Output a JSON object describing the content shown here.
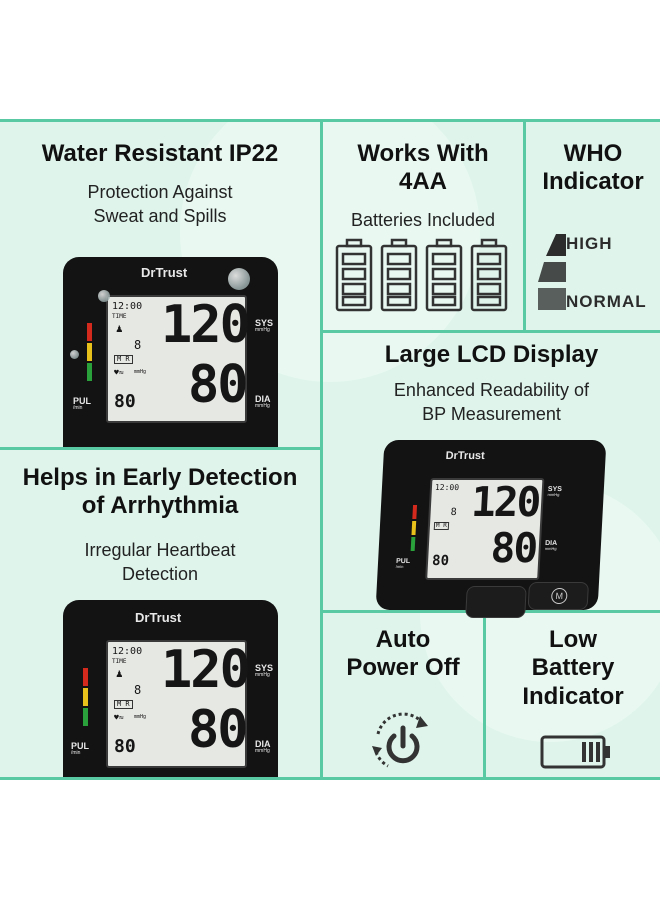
{
  "features": {
    "water": {
      "title": "Water Resistant IP22",
      "subtitle_line1": "Protection Against",
      "subtitle_line2": "Sweat and Spills"
    },
    "batteries": {
      "title_line1": "Works With",
      "title_line2": "4AA",
      "subtitle": "Batteries Included",
      "icon": "battery-icon"
    },
    "who": {
      "title_line1": "WHO",
      "title_line2": "Indicator",
      "high_label": "HIGH",
      "normal_label": "NORMAL"
    },
    "lcd": {
      "title": "Large LCD Display",
      "subtitle_line1": "Enhanced Readability of",
      "subtitle_line2": "BP Measurement"
    },
    "arrhythmia": {
      "title_line1": "Helps in Early Detection",
      "title_line2": "of Arrhythmia",
      "subtitle_line1": "Irregular Heartbeat",
      "subtitle_line2": "Detection"
    },
    "auto_off": {
      "title_line1": "Auto",
      "title_line2": "Power Off",
      "icon": "power-icon"
    },
    "low_battery": {
      "title_line1": "Low",
      "title_line2": "Battery",
      "title_line3": "Indicator",
      "icon": "low-battery-icon"
    }
  },
  "device": {
    "brand": "DrTrust",
    "time": "12:00",
    "time_label": "TIME",
    "memory_number": "8",
    "mr_label": "M R",
    "unit_label": "mmHg",
    "systolic": "120",
    "diastolic": "80",
    "pulse": "80",
    "sys_label": "SYS",
    "dia_label": "DIA",
    "pul_label": "PUL",
    "pul_unit": "/min",
    "memory_button": "M"
  },
  "colors": {
    "panel": "#dff5ec",
    "divider": "#58c9a2",
    "device": "#131313",
    "lcd": "#e6e8e4",
    "led_red": "#d42a1e",
    "led_yellow": "#e8c21a",
    "led_green": "#2aa13b"
  }
}
